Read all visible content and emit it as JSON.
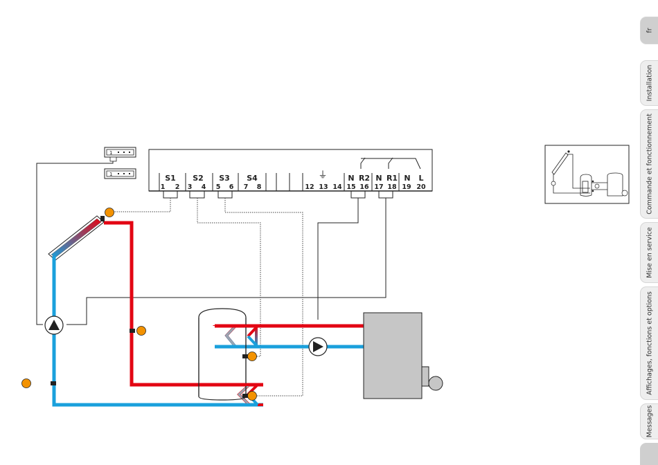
{
  "controller": {
    "terminal_groups": [
      "S1",
      "S2",
      "S3",
      "S4",
      "N",
      "R2",
      "N",
      "R1",
      "N",
      "L"
    ],
    "ground_symbol": "⏚",
    "terminal_numbers": [
      "1",
      "2",
      "3",
      "4",
      "5",
      "6",
      "7",
      "8",
      "12",
      "13",
      "14",
      "15",
      "16",
      "17",
      "18",
      "19",
      "20"
    ]
  },
  "module_labels": [
    "1",
    "1"
  ],
  "colors": {
    "hot_pipe": "#e30613",
    "cold_pipe": "#1aa0dc",
    "sensor": "#f39200",
    "boiler": "#c6c6c6",
    "tab_active": "#cfcfcf",
    "tab": "#eeeeee"
  },
  "tabs": [
    {
      "label": "fr",
      "active": true
    },
    {
      "label": "Installation",
      "active": false
    },
    {
      "label": "Commande et fonctionnement",
      "active": false
    },
    {
      "label": "Mise en service",
      "active": false
    },
    {
      "label": "Affichages, fonctions et options",
      "active": false
    },
    {
      "label": "Messages",
      "active": false
    }
  ]
}
